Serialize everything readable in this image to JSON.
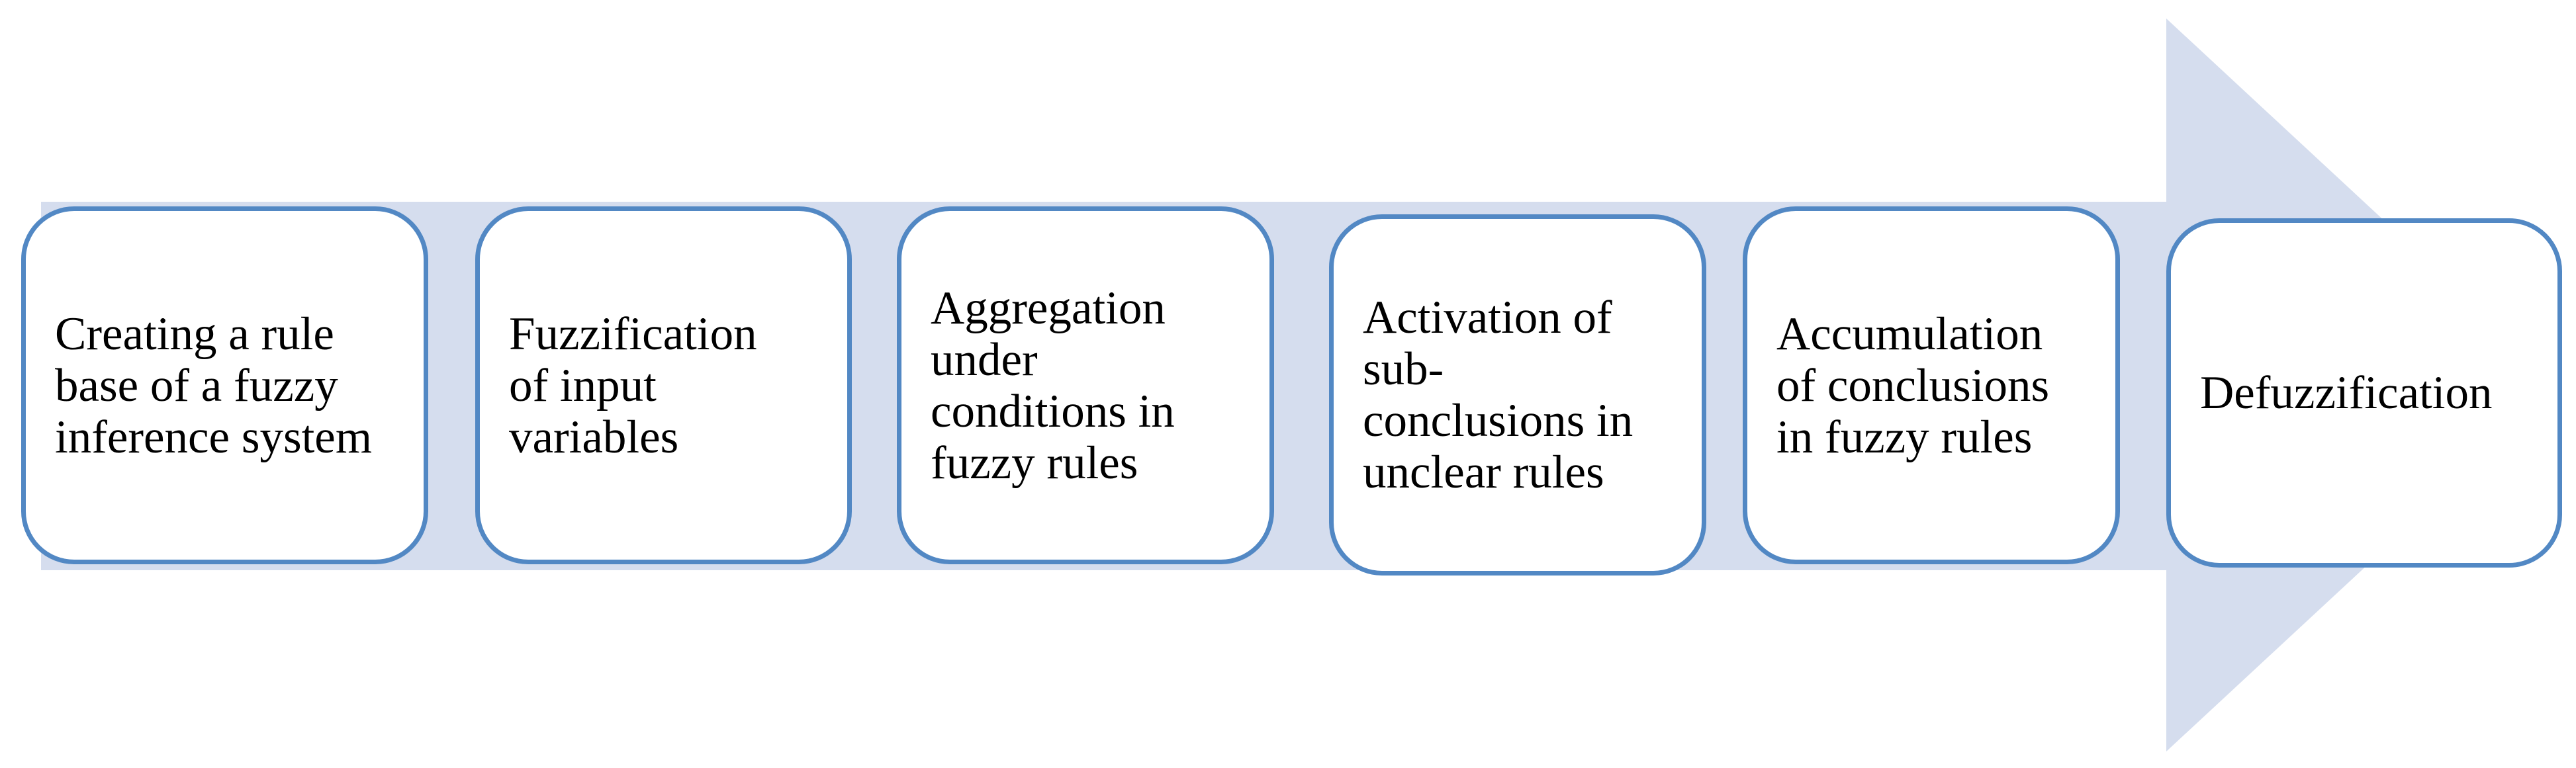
{
  "steps": [
    {
      "label": "Creating a rule\nbase of a fuzzy\ninference system"
    },
    {
      "label": "Fuzzification\nof input\nvariables"
    },
    {
      "label": "Aggregation\nunder\nconditions in\nfuzzy rules"
    },
    {
      "label": "Activation of\nsub-\nconclusions in\nunclear rules"
    },
    {
      "label": "Accumulation\nof conclusions\nin fuzzy rules"
    },
    {
      "label": "Defuzzification"
    }
  ],
  "colors": {
    "box_border": "#5288c4",
    "box_fill": "#ffffff",
    "arrow_fill": "#d5ddee",
    "text": "#000000",
    "background": "#ffffff"
  }
}
